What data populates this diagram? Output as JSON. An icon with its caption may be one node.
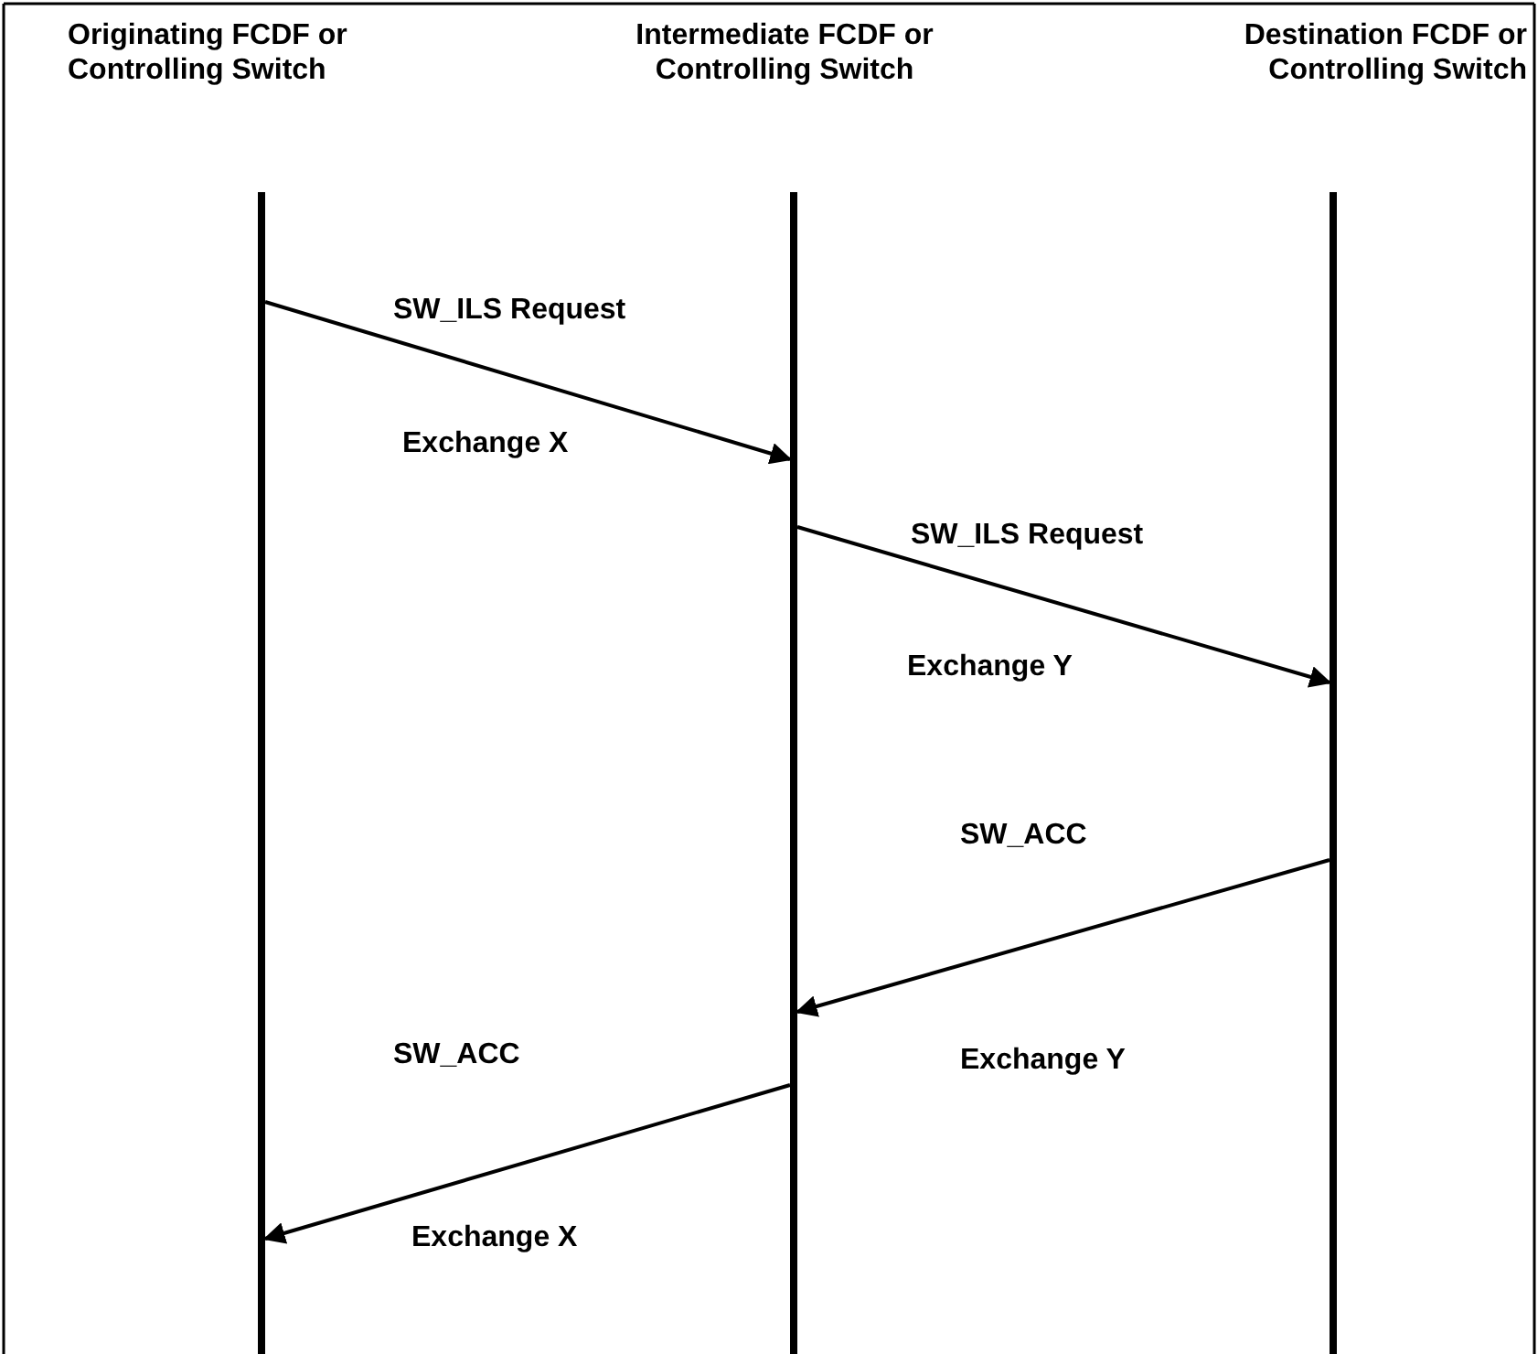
{
  "diagram": {
    "nodes": [
      {
        "text": [
          "Originating FCDF or Controlling Switch"
        ]
      },
      {
        "text": [
          "Intermediate FCDF or Controlling Switch"
        ]
      },
      {
        "text": [
          "Destination FCDF or Controlling Switch"
        ]
      }
    ],
    "edges": [
      {
        "from": 0,
        "to": 1,
        "arrow": "to",
        "label": "SW_ILS Request"
      },
      {
        "from": 1,
        "to": 2,
        "arrow": "to",
        "label": "SW_ILS Request"
      },
      {
        "from": 2,
        "to": 1,
        "arrow": "to",
        "label": "SW_ACC"
      },
      {
        "from": 1,
        "to": 0,
        "arrow": "to",
        "label": "SW_ACC"
      }
    ],
    "labels": [
      "Exchange X",
      "Exchange Y",
      "Exchange Y",
      "Exchange X"
    ]
  }
}
